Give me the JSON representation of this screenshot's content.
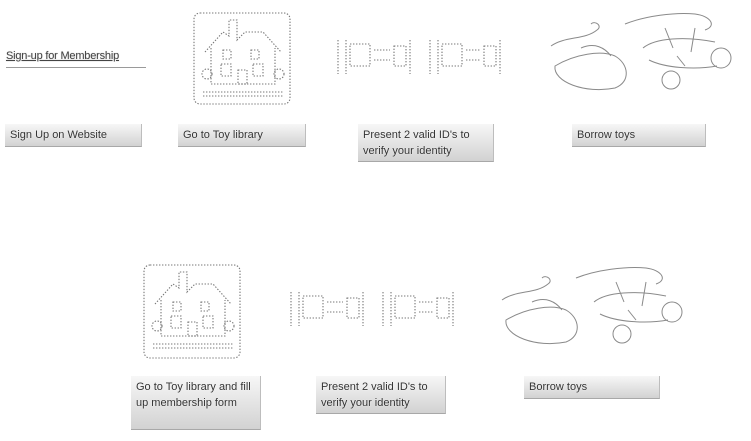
{
  "heading": "Sign-up for Membership",
  "top_row": {
    "labels": [
      "Sign Up on Website",
      "Go to Toy library",
      "Present 2 valid ID's to verify your identity",
      "Borrow toys"
    ]
  },
  "bottom_row": {
    "labels": [
      "Go to Toy library and fill up membership form",
      "Present 2 valid ID's to verify your identity",
      "Borrow toys"
    ]
  }
}
